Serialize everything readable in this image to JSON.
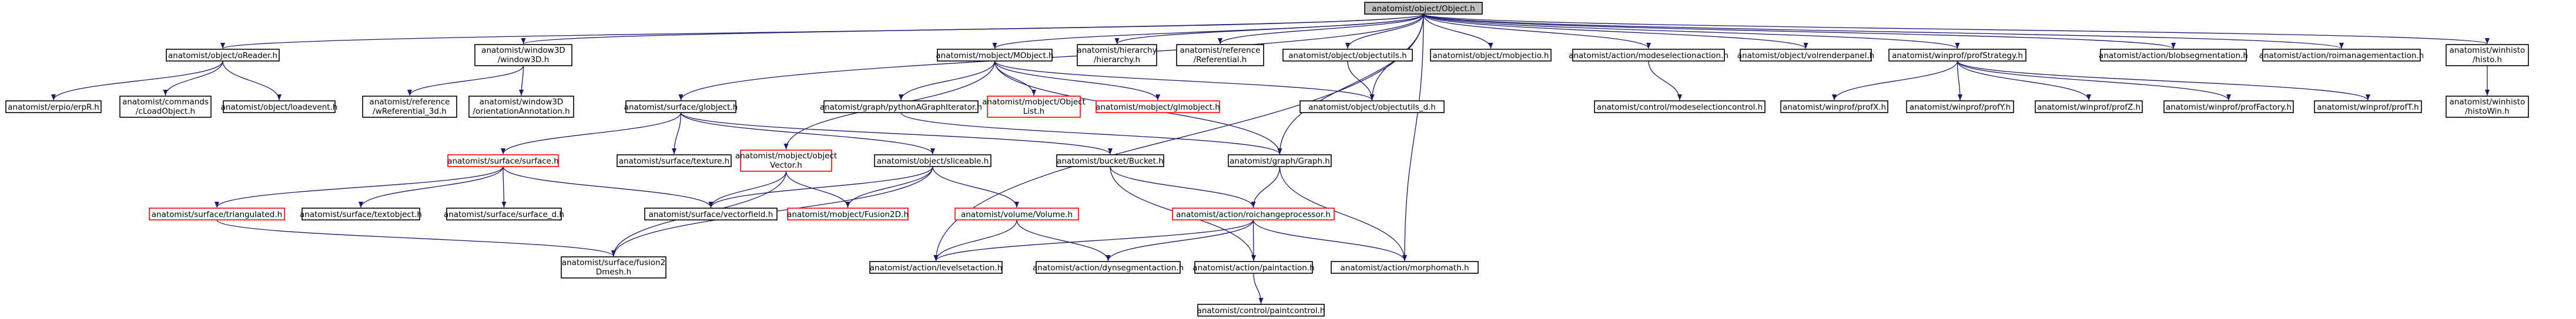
{
  "title": "anatomist/object/Object.h",
  "colors": {
    "root_fill": "#bfbfbf",
    "border": "#000000",
    "missing_border": "#ff0000",
    "edge": "#191970"
  },
  "nodes": [
    {
      "id": "root",
      "lines": [
        "anatomist/object/Object.h"
      ],
      "root": true
    },
    {
      "id": "oReader",
      "lines": [
        "anatomist/object/oReader.h"
      ]
    },
    {
      "id": "win3d",
      "lines": [
        "anatomist/window3D",
        "/window3D.h"
      ]
    },
    {
      "id": "mobject",
      "lines": [
        "anatomist/mobject/MObject.h"
      ]
    },
    {
      "id": "hierarchy",
      "lines": [
        "anatomist/hierarchy",
        "/hierarchy.h"
      ]
    },
    {
      "id": "refRef",
      "lines": [
        "anatomist/reference",
        "/Referential.h"
      ]
    },
    {
      "id": "objectutils",
      "lines": [
        "anatomist/object/objectutils.h"
      ]
    },
    {
      "id": "mobjectio",
      "lines": [
        "anatomist/object/mobjectio.h"
      ]
    },
    {
      "id": "modesel",
      "lines": [
        "anatomist/action/modeselectionaction.h"
      ]
    },
    {
      "id": "volrender",
      "lines": [
        "anatomist/object/volrenderpanel.h"
      ]
    },
    {
      "id": "profStrategy",
      "lines": [
        "anatomist/winprof/profStrategy.h"
      ]
    },
    {
      "id": "blobseg",
      "lines": [
        "anatomist/action/blobsegmentation.h"
      ]
    },
    {
      "id": "roimgmt",
      "lines": [
        "anatomist/action/roimanagementaction.h"
      ]
    },
    {
      "id": "winhisto",
      "lines": [
        "anatomist/winhisto",
        "/histo.h"
      ]
    },
    {
      "id": "erpio",
      "lines": [
        "anatomist/erpio/erpR.h"
      ]
    },
    {
      "id": "cmdLoad",
      "lines": [
        "anatomist/commands",
        "/cLoadObject.h"
      ]
    },
    {
      "id": "loadevent",
      "lines": [
        "anatomist/object/loadevent.h"
      ]
    },
    {
      "id": "wRef3d",
      "lines": [
        "anatomist/reference",
        "/wReferential_3d.h"
      ]
    },
    {
      "id": "orientAnn",
      "lines": [
        "anatomist/window3D",
        "/orientationAnnotation.h"
      ]
    },
    {
      "id": "glObject",
      "lines": [
        "anatomist/surface/globject.h"
      ]
    },
    {
      "id": "graphIter",
      "lines": [
        "anatomist/graph/pythonAGraphIterator.h"
      ]
    },
    {
      "id": "objList",
      "lines": [
        "anatomist/mobject/Object",
        "List.h"
      ],
      "missing": true
    },
    {
      "id": "glmobject",
      "lines": [
        "anatomist/mobject/glmobject.h"
      ],
      "missing": true
    },
    {
      "id": "objectutilsd",
      "lines": [
        "anatomist/object/objectutils_d.h"
      ]
    },
    {
      "id": "modeselctl",
      "lines": [
        "anatomist/control/modeselectioncontrol.h"
      ]
    },
    {
      "id": "profX",
      "lines": [
        "anatomist/winprof/profX.h"
      ]
    },
    {
      "id": "profY",
      "lines": [
        "anatomist/winprof/profY.h"
      ]
    },
    {
      "id": "profZ",
      "lines": [
        "anatomist/winprof/profZ.h"
      ]
    },
    {
      "id": "profFactory",
      "lines": [
        "anatomist/winprof/profFactory.h"
      ]
    },
    {
      "id": "profT",
      "lines": [
        "anatomist/winprof/profT.h"
      ]
    },
    {
      "id": "histoWin",
      "lines": [
        "anatomist/winhisto",
        "/histoWin.h"
      ]
    },
    {
      "id": "surface",
      "lines": [
        "anatomist/surface/surface.h"
      ],
      "missing": true
    },
    {
      "id": "texture",
      "lines": [
        "anatomist/surface/texture.h"
      ]
    },
    {
      "id": "objVector",
      "lines": [
        "anatomist/mobject/object",
        "Vector.h"
      ],
      "missing": true
    },
    {
      "id": "sliceable",
      "lines": [
        "anatomist/object/sliceable.h"
      ]
    },
    {
      "id": "bucket",
      "lines": [
        "anatomist/bucket/Bucket.h"
      ]
    },
    {
      "id": "graphG",
      "lines": [
        "anatomist/graph/Graph.h"
      ]
    },
    {
      "id": "triangulated",
      "lines": [
        "anatomist/surface/triangulated.h"
      ],
      "missing": true
    },
    {
      "id": "textobject",
      "lines": [
        "anatomist/surface/textobject.h"
      ]
    },
    {
      "id": "surfaced",
      "lines": [
        "anatomist/surface/surface_d.h"
      ]
    },
    {
      "id": "vectorfield",
      "lines": [
        "anatomist/surface/vectorfield.h"
      ]
    },
    {
      "id": "fusion2D",
      "lines": [
        "anatomist/mobject/Fusion2D.h"
      ],
      "missing": true
    },
    {
      "id": "volume",
      "lines": [
        "anatomist/volume/Volume.h"
      ],
      "missing": true
    },
    {
      "id": "roichange",
      "lines": [
        "anatomist/action/roichangeprocessor.h"
      ],
      "missing": true
    },
    {
      "id": "fusion2dmesh",
      "lines": [
        "anatomist/surface/fusion2",
        "Dmesh.h"
      ]
    },
    {
      "id": "levelset",
      "lines": [
        "anatomist/action/levelsetaction.h"
      ]
    },
    {
      "id": "dynseg",
      "lines": [
        "anatomist/action/dynsegmentaction.h"
      ]
    },
    {
      "id": "paint",
      "lines": [
        "anatomist/action/paintaction.h"
      ]
    },
    {
      "id": "morpho",
      "lines": [
        "anatomist/action/morphomath.h"
      ]
    },
    {
      "id": "paintctl",
      "lines": [
        "anatomist/control/paintcontrol.h"
      ]
    }
  ],
  "edges": [
    [
      "root",
      "oReader"
    ],
    [
      "root",
      "win3d"
    ],
    [
      "root",
      "mobject"
    ],
    [
      "root",
      "hierarchy"
    ],
    [
      "root",
      "refRef"
    ],
    [
      "root",
      "objectutils"
    ],
    [
      "root",
      "mobjectio"
    ],
    [
      "root",
      "modesel"
    ],
    [
      "root",
      "volrender"
    ],
    [
      "root",
      "profStrategy"
    ],
    [
      "root",
      "blobseg"
    ],
    [
      "root",
      "roimgmt"
    ],
    [
      "root",
      "winhisto"
    ],
    [
      "root",
      "glObject"
    ],
    [
      "root",
      "graphG"
    ],
    [
      "root",
      "levelset"
    ],
    [
      "root",
      "morpho"
    ],
    [
      "root",
      "objectutilsd"
    ],
    [
      "oReader",
      "erpio"
    ],
    [
      "oReader",
      "cmdLoad"
    ],
    [
      "oReader",
      "loadevent"
    ],
    [
      "win3d",
      "wRef3d"
    ],
    [
      "win3d",
      "orientAnn"
    ],
    [
      "mobject",
      "graphIter"
    ],
    [
      "mobject",
      "objList"
    ],
    [
      "mobject",
      "glmobject"
    ],
    [
      "mobject",
      "objectutilsd"
    ],
    [
      "mobject",
      "objVector"
    ],
    [
      "mobject",
      "graphG"
    ],
    [
      "objectutils",
      "objectutilsd"
    ],
    [
      "modesel",
      "modeselctl"
    ],
    [
      "profStrategy",
      "profX"
    ],
    [
      "profStrategy",
      "profY"
    ],
    [
      "profStrategy",
      "profZ"
    ],
    [
      "profStrategy",
      "profFactory"
    ],
    [
      "profStrategy",
      "profT"
    ],
    [
      "winhisto",
      "histoWin"
    ],
    [
      "glObject",
      "surface"
    ],
    [
      "glObject",
      "texture"
    ],
    [
      "glObject",
      "sliceable"
    ],
    [
      "glObject",
      "bucket"
    ],
    [
      "graphIter",
      "graphG"
    ],
    [
      "surface",
      "triangulated"
    ],
    [
      "surface",
      "textobject"
    ],
    [
      "surface",
      "surfaced"
    ],
    [
      "surface",
      "vectorfield"
    ],
    [
      "objVector",
      "vectorfield"
    ],
    [
      "objVector",
      "fusion2D"
    ],
    [
      "objVector",
      "fusion2dmesh"
    ],
    [
      "sliceable",
      "vectorfield"
    ],
    [
      "sliceable",
      "fusion2D"
    ],
    [
      "sliceable",
      "volume"
    ],
    [
      "sliceable",
      "fusion2dmesh"
    ],
    [
      "bucket",
      "roichange"
    ],
    [
      "bucket",
      "paint"
    ],
    [
      "graphG",
      "roichange"
    ],
    [
      "graphG",
      "morpho"
    ],
    [
      "triangulated",
      "fusion2dmesh"
    ],
    [
      "volume",
      "levelset"
    ],
    [
      "volume",
      "dynseg"
    ],
    [
      "roichange",
      "levelset"
    ],
    [
      "roichange",
      "dynseg"
    ],
    [
      "roichange",
      "paint"
    ],
    [
      "roichange",
      "morpho"
    ],
    [
      "paint",
      "paintctl"
    ]
  ]
}
